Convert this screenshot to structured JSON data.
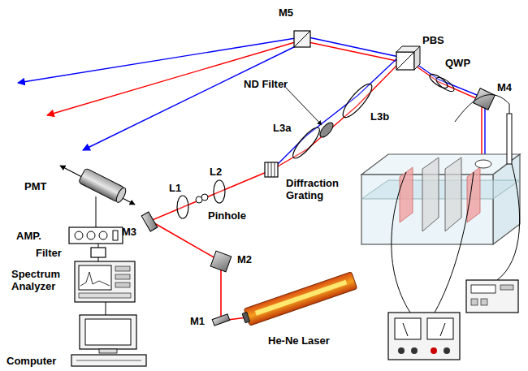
{
  "diagram": {
    "labels": [
      "M5",
      "ND Filter",
      "PBS",
      "QWP",
      "L3b",
      "L3a",
      "M4",
      "Diffraction Grating",
      "L2",
      "L1",
      "Pinhole",
      "PMT",
      "M3",
      "AMP.",
      "Filter",
      "Spectrum Analyzer",
      "M2",
      "He-Ne Laser",
      "M1",
      "Computer"
    ]
  }
}
